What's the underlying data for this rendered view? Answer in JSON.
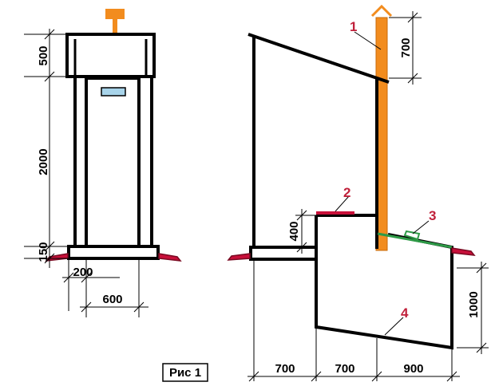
{
  "caption": "Рис 1",
  "front_view": {
    "dims": {
      "roof_height": "500",
      "door_height": "2000",
      "base_height": "150",
      "post_offset": "200",
      "base_width": "600"
    }
  },
  "side_view": {
    "dims": {
      "pipe_height": "700",
      "lid_height": "400",
      "pit_depth": "1000",
      "seg_left": "700",
      "seg_middle": "700",
      "seg_right": "900"
    },
    "callouts": [
      "1",
      "2",
      "3",
      "4"
    ]
  },
  "colors": {
    "line": "#000000",
    "pipe": "#f28c1e",
    "callout": "#c0203a",
    "accent_red": "#c8103a",
    "vent_green": "#2e9a47",
    "window": "#a8d4ea"
  }
}
